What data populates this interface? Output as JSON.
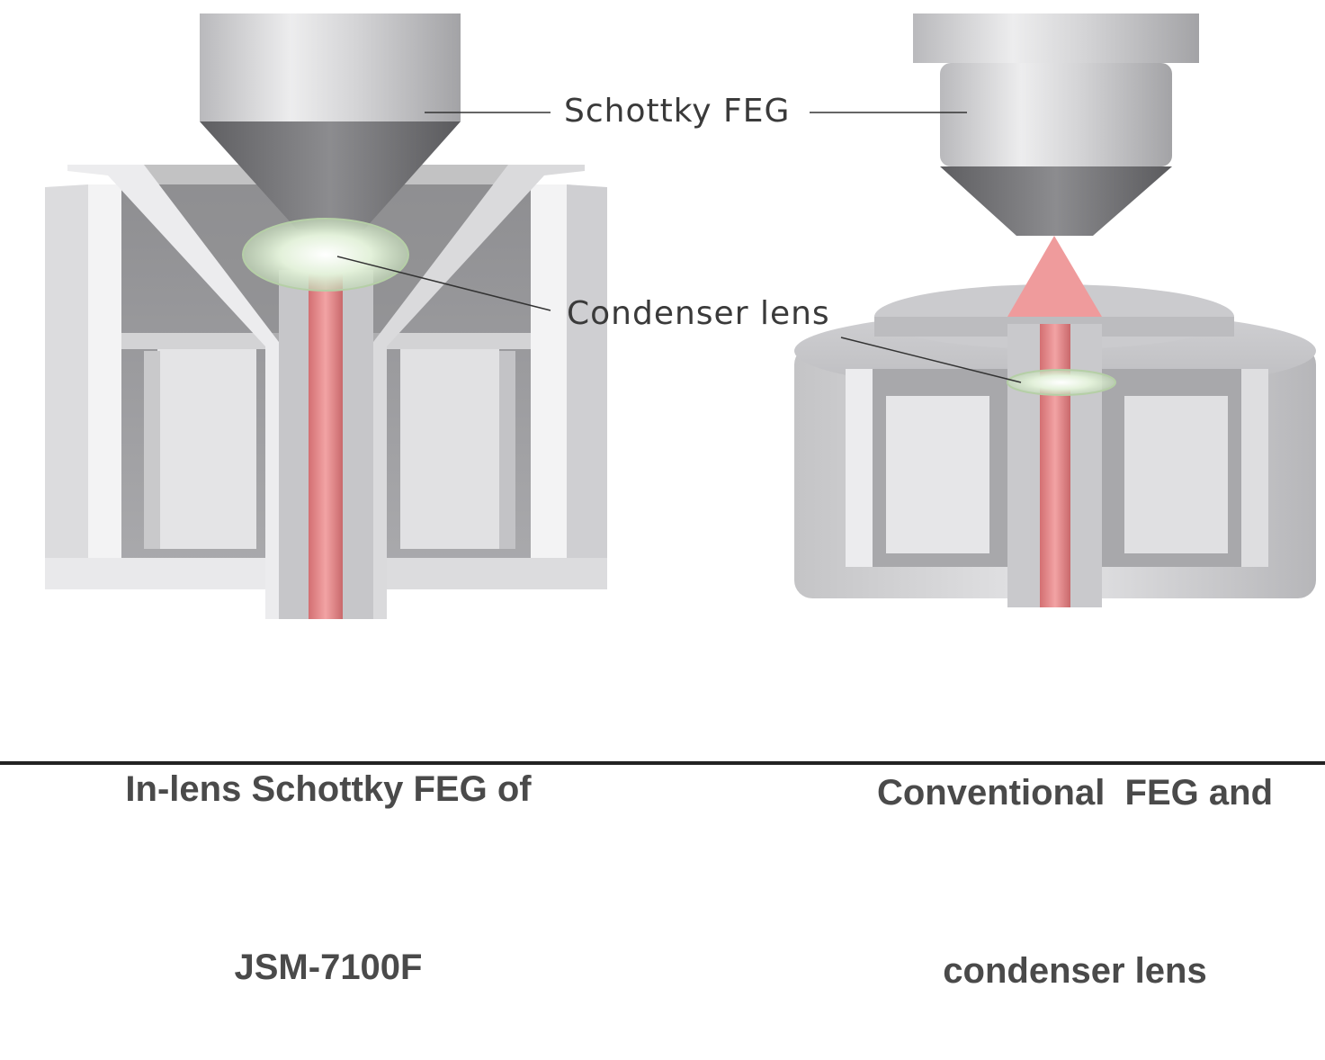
{
  "labels": {
    "gun": "Schottky FEG",
    "lens": "Condenser lens"
  },
  "captions": {
    "left_line1": "In-lens Schottky FEG of",
    "left_line2": "JSM-7100F",
    "right_line1": "Conventional  FEG and",
    "right_line2": "condenser lens"
  },
  "colors": {
    "metal_light": "#e6e6e8",
    "metal_mid": "#bdbdc0",
    "metal_dark": "#7a7a7d",
    "beam": "#e8898a",
    "lens_glow": "#d9ecd0",
    "text": "#3a3a3a"
  }
}
